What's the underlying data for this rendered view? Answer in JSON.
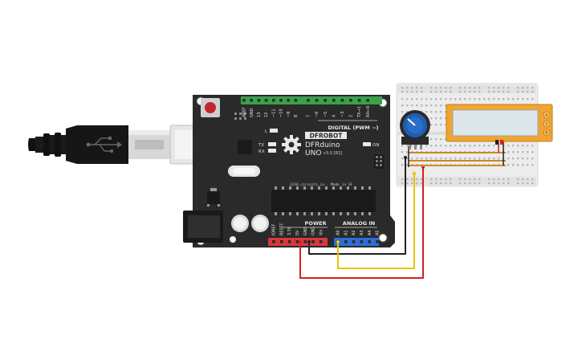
{
  "board": {
    "brand": "DFROBOT",
    "model_line1": "DFRduino",
    "model_line2": "UNO",
    "version": "v3.0 [R3]",
    "tagline": "1234.circuits.io - Made in SF",
    "digital_header_label": "DIGITAL (PWM ~)",
    "power_label": "POWER",
    "analog_label": "ANALOG IN",
    "on_label": "ON",
    "led_l": "L",
    "led_tx": "TX",
    "led_rx": "RX",
    "digital_pins": [
      "AREF",
      "GND",
      "13",
      "12",
      "~11",
      "~10",
      "~9",
      "8",
      "7",
      "~6",
      "~5",
      "4",
      "~3",
      "2",
      "TX→1",
      "RX←0"
    ],
    "power_pins": [
      "IOREF",
      "RESET",
      "3.3V",
      "5V",
      "GND",
      "GND",
      "Vin"
    ],
    "analog_pins": [
      "A0",
      "A1",
      "A2",
      "A3",
      "A4",
      "A5"
    ]
  },
  "components": {
    "usb_cable": "usb-cable",
    "potentiometer": "potentiometer",
    "breadboard": "breadboard",
    "lcd_module": "i2c-display-module"
  },
  "lcd_pins": [
    "A",
    "V",
    "B"
  ],
  "wires": [
    {
      "name": "red-5v-wire",
      "color": "#d42020"
    },
    {
      "name": "black-gnd-wire",
      "color": "#222222"
    },
    {
      "name": "yellow-a0-wire",
      "color": "#e8c400"
    }
  ],
  "colors": {
    "board": "#2a2a2a",
    "header_green": "#3aa14a",
    "header_red": "#d9373e",
    "header_blue": "#2c6ed6",
    "lcd_frame": "#f0a431",
    "lcd_screen": "#dde6ea",
    "pot_body": "#1f5fb2"
  }
}
